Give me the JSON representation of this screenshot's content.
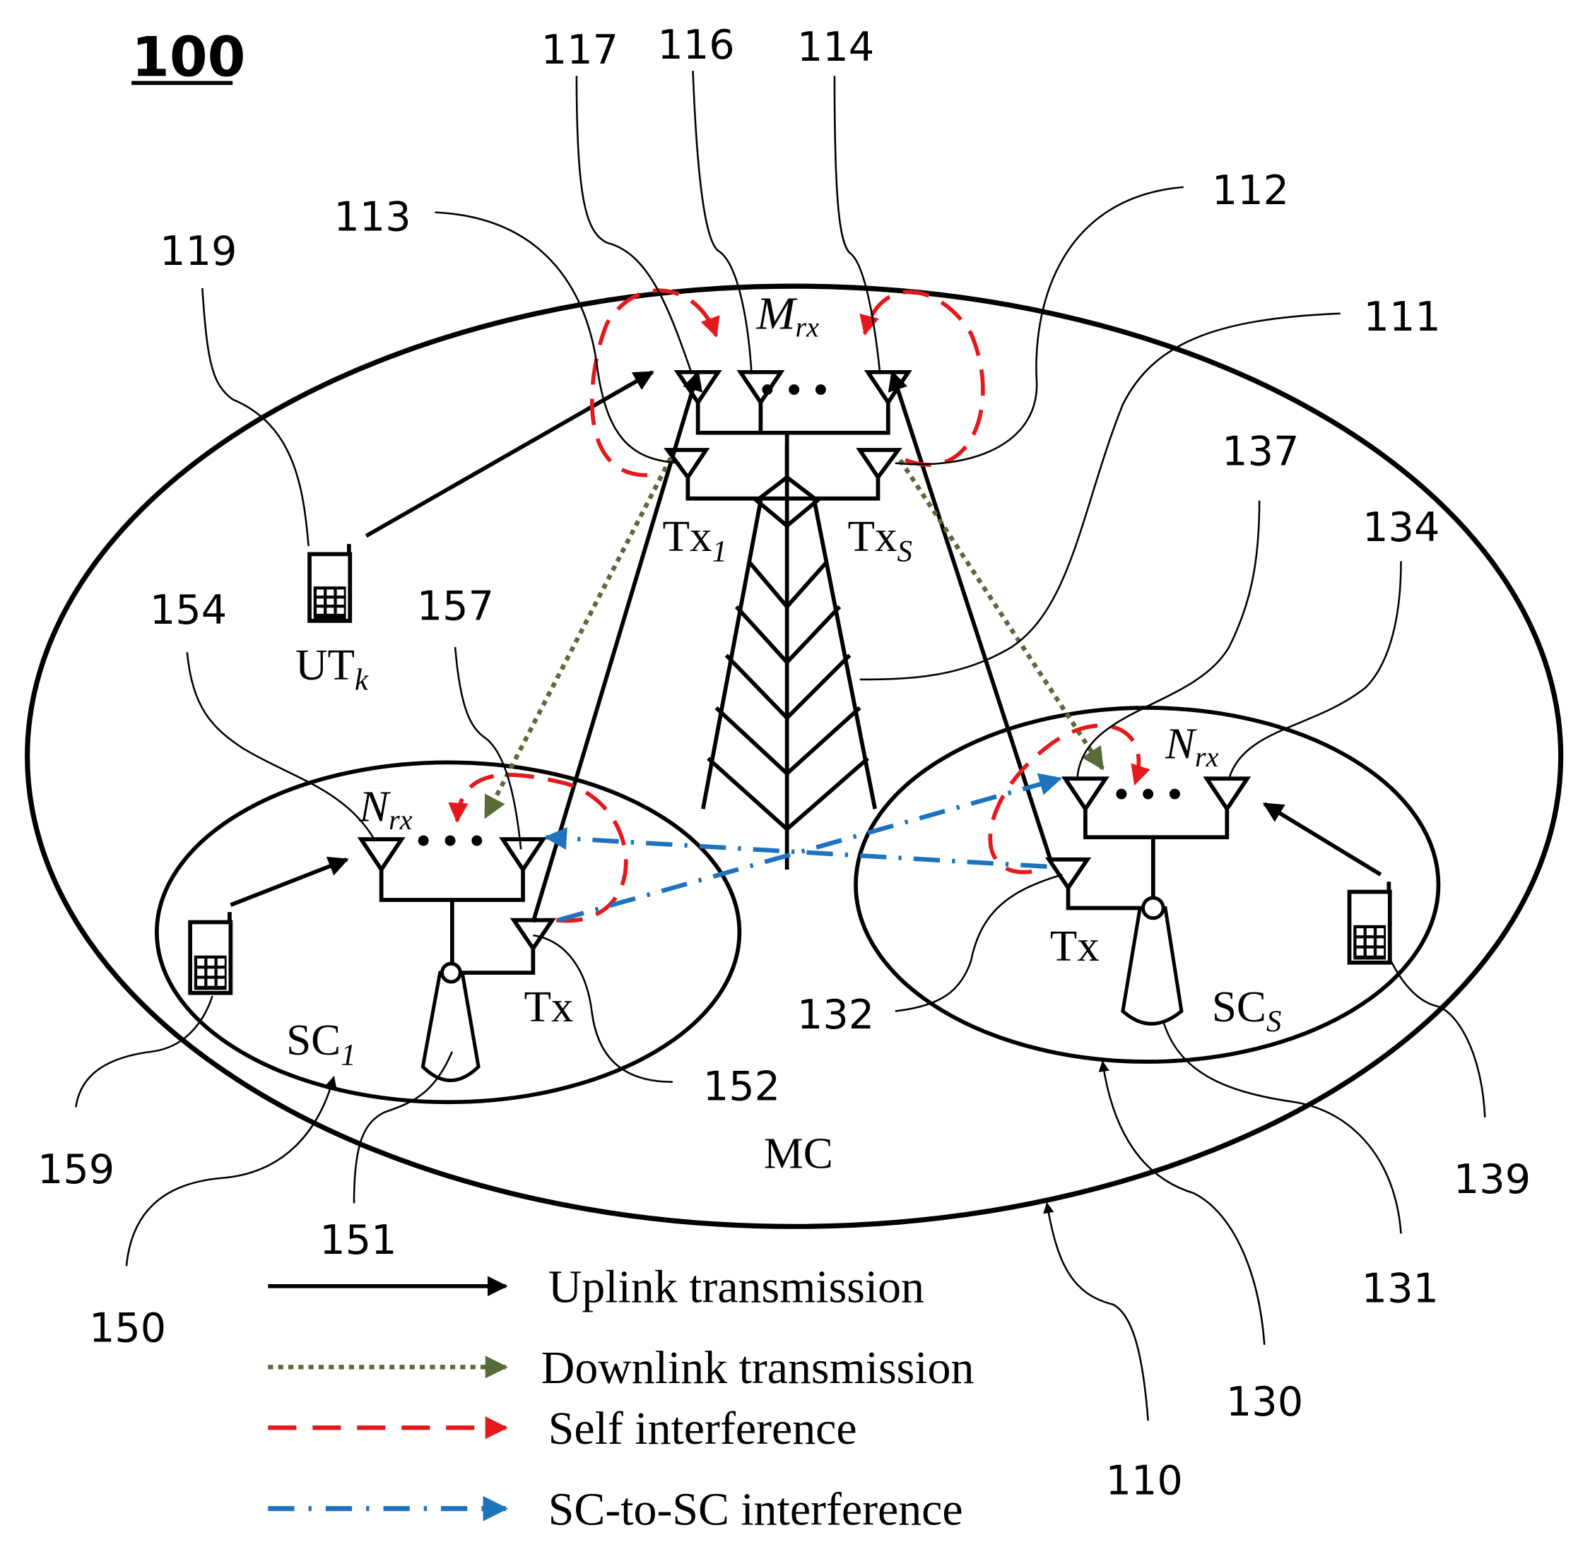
{
  "figure_number": "100",
  "reference_labels": {
    "r111": "111",
    "r112": "112",
    "r113": "113",
    "r114": "114",
    "r116": "116",
    "r117": "117",
    "r119": "119",
    "r130": "130",
    "r131": "131",
    "r132": "132",
    "r134": "134",
    "r137": "137",
    "r139": "139",
    "r110": "110",
    "r150": "150",
    "r151": "151",
    "r152": "152",
    "r154": "154",
    "r157": "157",
    "r159": "159"
  },
  "node_labels": {
    "macro_rx_main": "M",
    "macro_rx_sub": "rx",
    "tx1_main": "Tx",
    "tx1_sub": "1",
    "txs_main": "Tx",
    "txs_sub": "S",
    "ut_main": "UT",
    "ut_sub": "k",
    "sc1_nrx_main": "N",
    "sc1_nrx_sub": "rx",
    "scs_nrx_main": "N",
    "scs_nrx_sub": "rx",
    "sc1_tx": "Tx",
    "scs_tx": "Tx",
    "sc1_main": "SC",
    "sc1_sub": "1",
    "scs_main": "SC",
    "scs_sub": "S",
    "macro_cell": "MC",
    "ellipsis": "• • •"
  },
  "legend": [
    {
      "label": "Uplink transmission",
      "style": "solid",
      "color": "#000000"
    },
    {
      "label": "Downlink transmission",
      "style": "dotted",
      "color": "#5a6b3a"
    },
    {
      "label": "Self interference",
      "style": "dashed",
      "color": "#e4191c"
    },
    {
      "label": "SC-to-SC interference",
      "style": "dash-dot",
      "color": "#1e73be"
    }
  ],
  "colors": {
    "uplink": "#000000",
    "downlink": "#5a6b3a",
    "self_interference": "#e4191c",
    "sc_to_sc_interference": "#1e73be"
  }
}
